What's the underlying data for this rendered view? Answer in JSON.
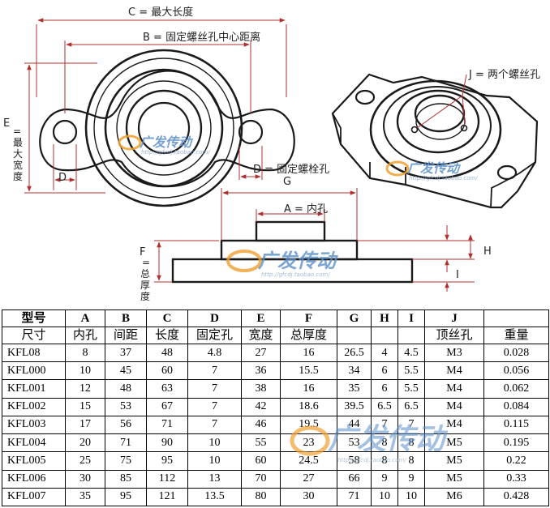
{
  "drawing": {
    "labels": {
      "c": "C = 最大长度",
      "b": "B = 固定螺丝孔中心距离",
      "e_letter": "E",
      "e_text": [
        "=",
        "最",
        "大",
        "宽",
        "度"
      ],
      "d_left": "D",
      "d_right": "D = 固定螺栓孔",
      "g": "G",
      "a": "A = 内孔",
      "f_letter": "F",
      "f_text": [
        "=",
        "总",
        "厚",
        "度"
      ],
      "h": "H",
      "i": "I",
      "j": "J = 两个螺丝孔"
    },
    "watermark": {
      "brand": "广发传动",
      "url": "http://gfcdj.taobao.com/"
    },
    "line_color": "#b03030",
    "ink_color": "#1a1a1a"
  },
  "table": {
    "header_letters": [
      "型号",
      "A",
      "B",
      "C",
      "D",
      "E",
      "F",
      "G",
      "H",
      "I",
      "J",
      ""
    ],
    "header_names": [
      "尺寸",
      "内孔",
      "间距",
      "长度",
      "固定孔",
      "宽度",
      "总厚度",
      "",
      "",
      "",
      "顶丝孔",
      "重量"
    ],
    "rows": [
      [
        "KFL08",
        "8",
        "37",
        "48",
        "4.8",
        "27",
        "16",
        "26.5",
        "4",
        "4.5",
        "M3",
        "0.028"
      ],
      [
        "KFL000",
        "10",
        "45",
        "60",
        "7",
        "36",
        "15.5",
        "34",
        "6",
        "5.5",
        "M4",
        "0.056"
      ],
      [
        "KFL001",
        "12",
        "48",
        "63",
        "7",
        "38",
        "16",
        "35",
        "6",
        "5.5",
        "M4",
        "0.062"
      ],
      [
        "KFL002",
        "15",
        "53",
        "67",
        "7",
        "42",
        "18.6",
        "39.5",
        "6.5",
        "6.5",
        "M4",
        "0.084"
      ],
      [
        "KFL003",
        "17",
        "56",
        "71",
        "7",
        "46",
        "19.5",
        "44",
        "7",
        "7",
        "M4",
        "0.115"
      ],
      [
        "KFL004",
        "20",
        "71",
        "90",
        "10",
        "55",
        "23",
        "53",
        "8",
        "8",
        "M5",
        "0.195"
      ],
      [
        "KFL005",
        "25",
        "75",
        "95",
        "10",
        "60",
        "24.5",
        "58",
        "8",
        "8",
        "M5",
        "0.22"
      ],
      [
        "KFL006",
        "30",
        "85",
        "112",
        "13",
        "70",
        "27",
        "66",
        "9",
        "9",
        "M5",
        "0.33"
      ],
      [
        "KFL007",
        "35",
        "95",
        "121",
        "13.5",
        "80",
        "30",
        "71",
        "10",
        "10",
        "M6",
        "0.428"
      ]
    ]
  }
}
